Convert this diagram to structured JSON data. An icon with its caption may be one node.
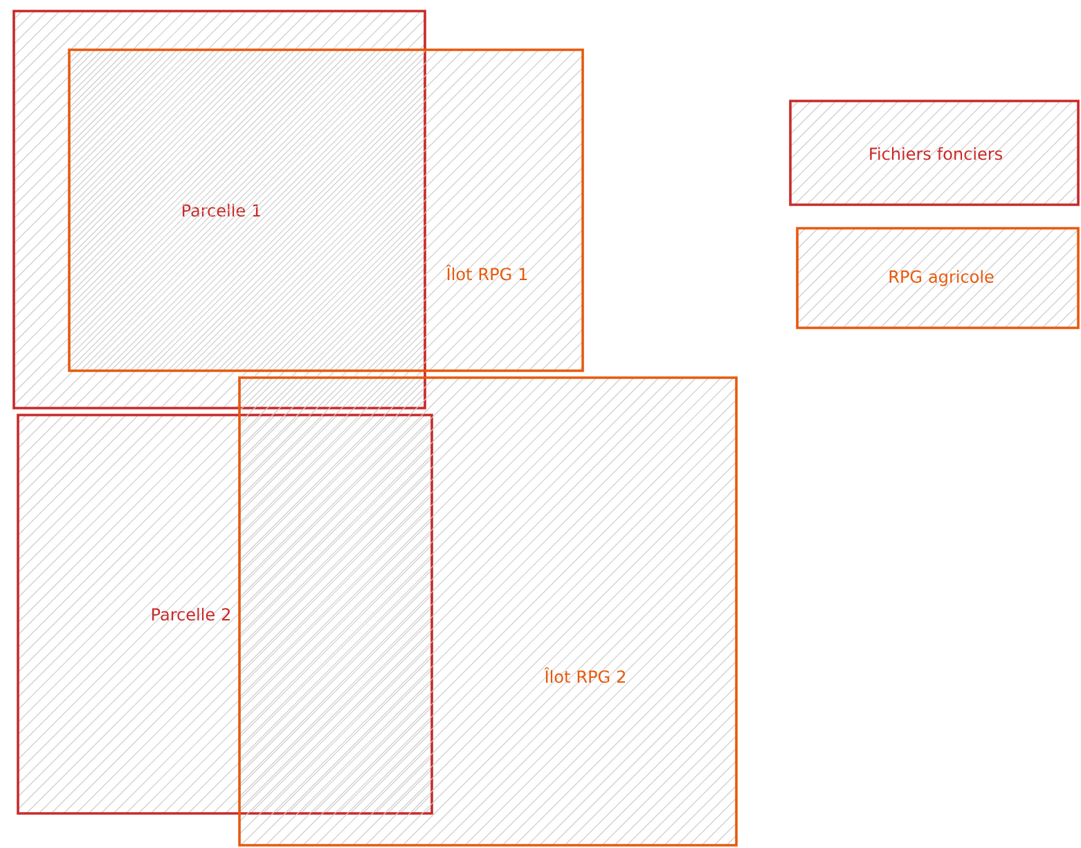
{
  "diagram": {
    "nodes": [
      {
        "text": [
          "Parcelle 1"
        ]
      },
      {
        "text": [
          "Îlot RPG 1"
        ]
      },
      {
        "text": [
          "Parcelle 2"
        ]
      },
      {
        "text": [
          "Îlot RPG 2"
        ]
      }
    ],
    "edges": [],
    "legend": [
      {
        "text": "Fichiers fonciers",
        "color": "#c92a2a"
      },
      {
        "text": "RPG agricole",
        "color": "#e8590c"
      }
    ]
  }
}
